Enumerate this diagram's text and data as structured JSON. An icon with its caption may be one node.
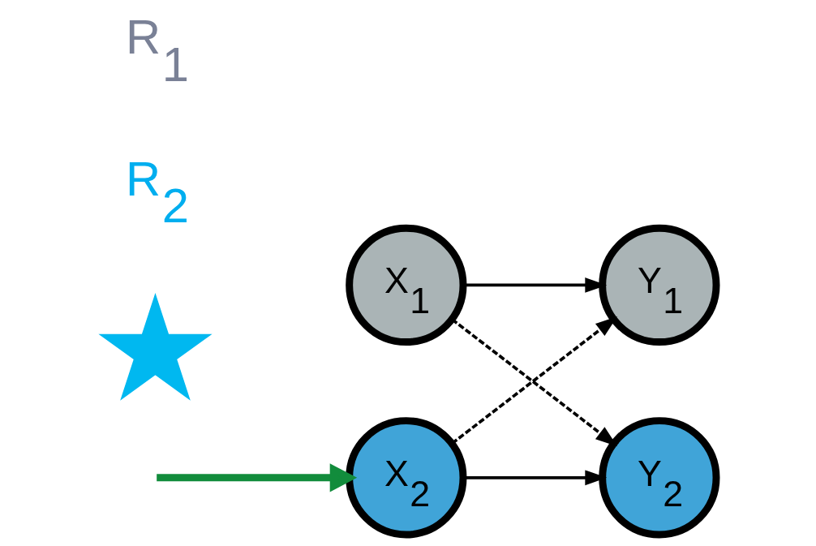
{
  "diagram": {
    "nodes": [
      {
        "text": [
          "X$_{1}$"
        ]
      },
      {
        "text": [
          "Y$_{1}$"
        ]
      },
      {
        "text": [
          "X$_{2}$"
        ]
      },
      {
        "text": [
          "Y$_{2}$"
        ]
      },
      {
        "text": [],
        "shape": "star"
      }
    ],
    "edges": [
      {
        "from": 0,
        "to": 1,
        "arrow": "to"
      },
      {
        "from": 0,
        "to": 3,
        "arrow": "to",
        "style": "dashed"
      },
      {
        "from": 2,
        "to": 1,
        "arrow": "to",
        "style": "dashed"
      },
      {
        "from": 2,
        "to": 3,
        "arrow": "to"
      },
      {
        "from": null,
        "to": 2,
        "arrow": "to",
        "style": "thick",
        "color": "#128c3c"
      }
    ],
    "labels": [
      "R$_{1}$",
      "R$_{2}$"
    ]
  }
}
